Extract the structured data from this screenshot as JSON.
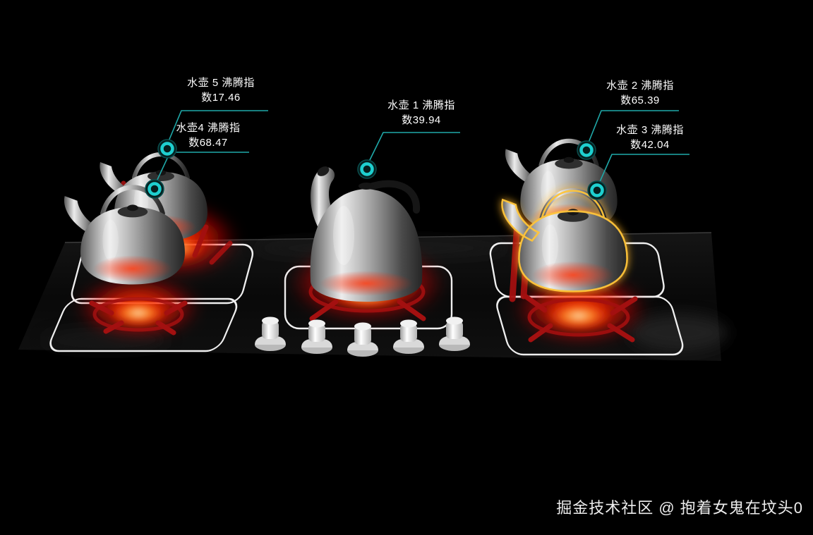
{
  "scene": {
    "background": "#000000",
    "accent_teal": "#1fb0b0",
    "highlight_yellow": "#ffc53a",
    "flame_red": "#ff2400",
    "watermark": "掘金技术社区 @ 抱着女鬼在坟头0"
  },
  "labels": [
    {
      "id": "kettle-5",
      "line1": "水壶 5 沸腾指",
      "line2": "数17.46",
      "value": 17.46
    },
    {
      "id": "kettle-4",
      "line1": "水壶4 沸腾指",
      "line2": "数68.47",
      "value": 68.47
    },
    {
      "id": "kettle-1",
      "line1": "水壶 1 沸腾指",
      "line2": "数39.94",
      "value": 39.94
    },
    {
      "id": "kettle-2",
      "line1": "水壶 2 沸腾指",
      "line2": "数65.39",
      "value": 65.39
    },
    {
      "id": "kettle-3",
      "line1": "水壶 3 沸腾指",
      "line2": "数42.04",
      "value": 42.04
    }
  ]
}
